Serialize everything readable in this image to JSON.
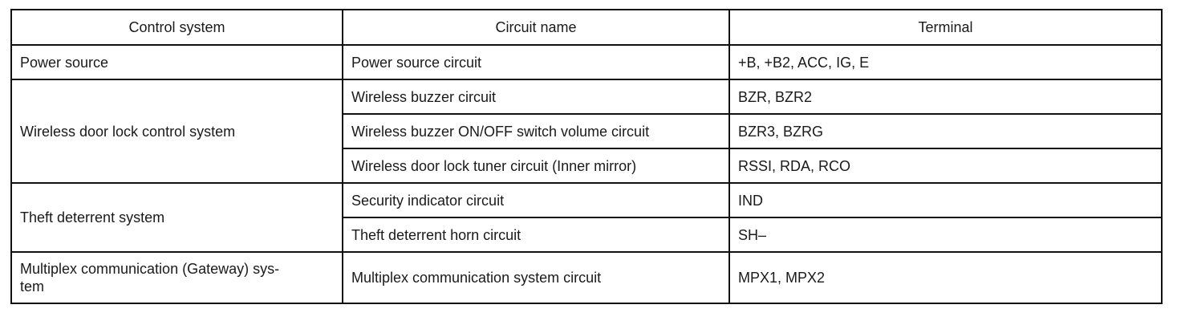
{
  "table": {
    "headers": [
      "Control system",
      "Circuit name",
      "Terminal"
    ],
    "groups": [
      {
        "system": "Power source",
        "rows": [
          {
            "circuit": "Power source circuit",
            "terminal": "+B, +B2, ACC, IG, E"
          }
        ]
      },
      {
        "system": "Wireless door lock control system",
        "rows": [
          {
            "circuit": "Wireless buzzer circuit",
            "terminal": "BZR, BZR2"
          },
          {
            "circuit": "Wireless buzzer ON/OFF switch volume circuit",
            "terminal": "BZR3, BZRG"
          },
          {
            "circuit": "Wireless door lock tuner circuit (Inner mirror)",
            "terminal": "RSSI, RDA, RCO"
          }
        ]
      },
      {
        "system": "Theft deterrent system",
        "rows": [
          {
            "circuit": "Security indicator circuit",
            "terminal": "IND"
          },
          {
            "circuit": "Theft deterrent horn circuit",
            "terminal": "SH–"
          }
        ]
      },
      {
        "system_line1": "Multiplex communication (Gateway) sys-",
        "system_line2": "tem",
        "rows": [
          {
            "circuit": "Multiplex communication system circuit",
            "terminal": "MPX1, MPX2"
          }
        ]
      }
    ]
  }
}
